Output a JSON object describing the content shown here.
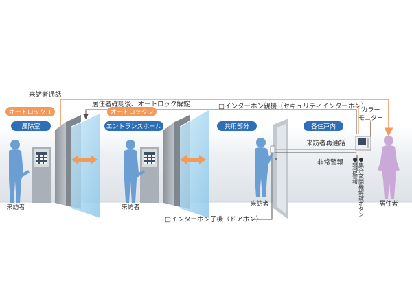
{
  "labels": {
    "visitor_call": "来訪者通話",
    "resident_confirm": "居住者確認後、オートロック解錠",
    "master_unit": "□インターホン親機（セキュリティインターホン）",
    "color_monitor_1": "カラー",
    "color_monitor_2": "モニター",
    "visitor_recall": "来訪者再通話",
    "emergency_alarm": "非常警報",
    "sub_unit": "□インターホン子機（ドアホン）",
    "vertical_notes_1": "●集合玄関機解錠ボタン",
    "vertical_notes_2": "●非常警報"
  },
  "badges": {
    "autolock1": "オートロック 1",
    "autolock2": "オートロック 2"
  },
  "zones": {
    "windbreak": "風除室",
    "entrance_hall": "エントランスホール",
    "common_area": "共用部分",
    "each_unit": "各住戸内"
  },
  "people": {
    "visitor1": "来訪者",
    "visitor2": "来訪者",
    "visitor3": "来訪者",
    "resident": "居住者"
  },
  "colors": {
    "accent_orange": "#f39a5a",
    "zone_blue": "#2e6fb6",
    "person_blue": "#6b9fd4",
    "glass_blue": "#a8d6f0",
    "band_gray": "#e9ecef",
    "machine_gray": "#9aa1a8"
  }
}
